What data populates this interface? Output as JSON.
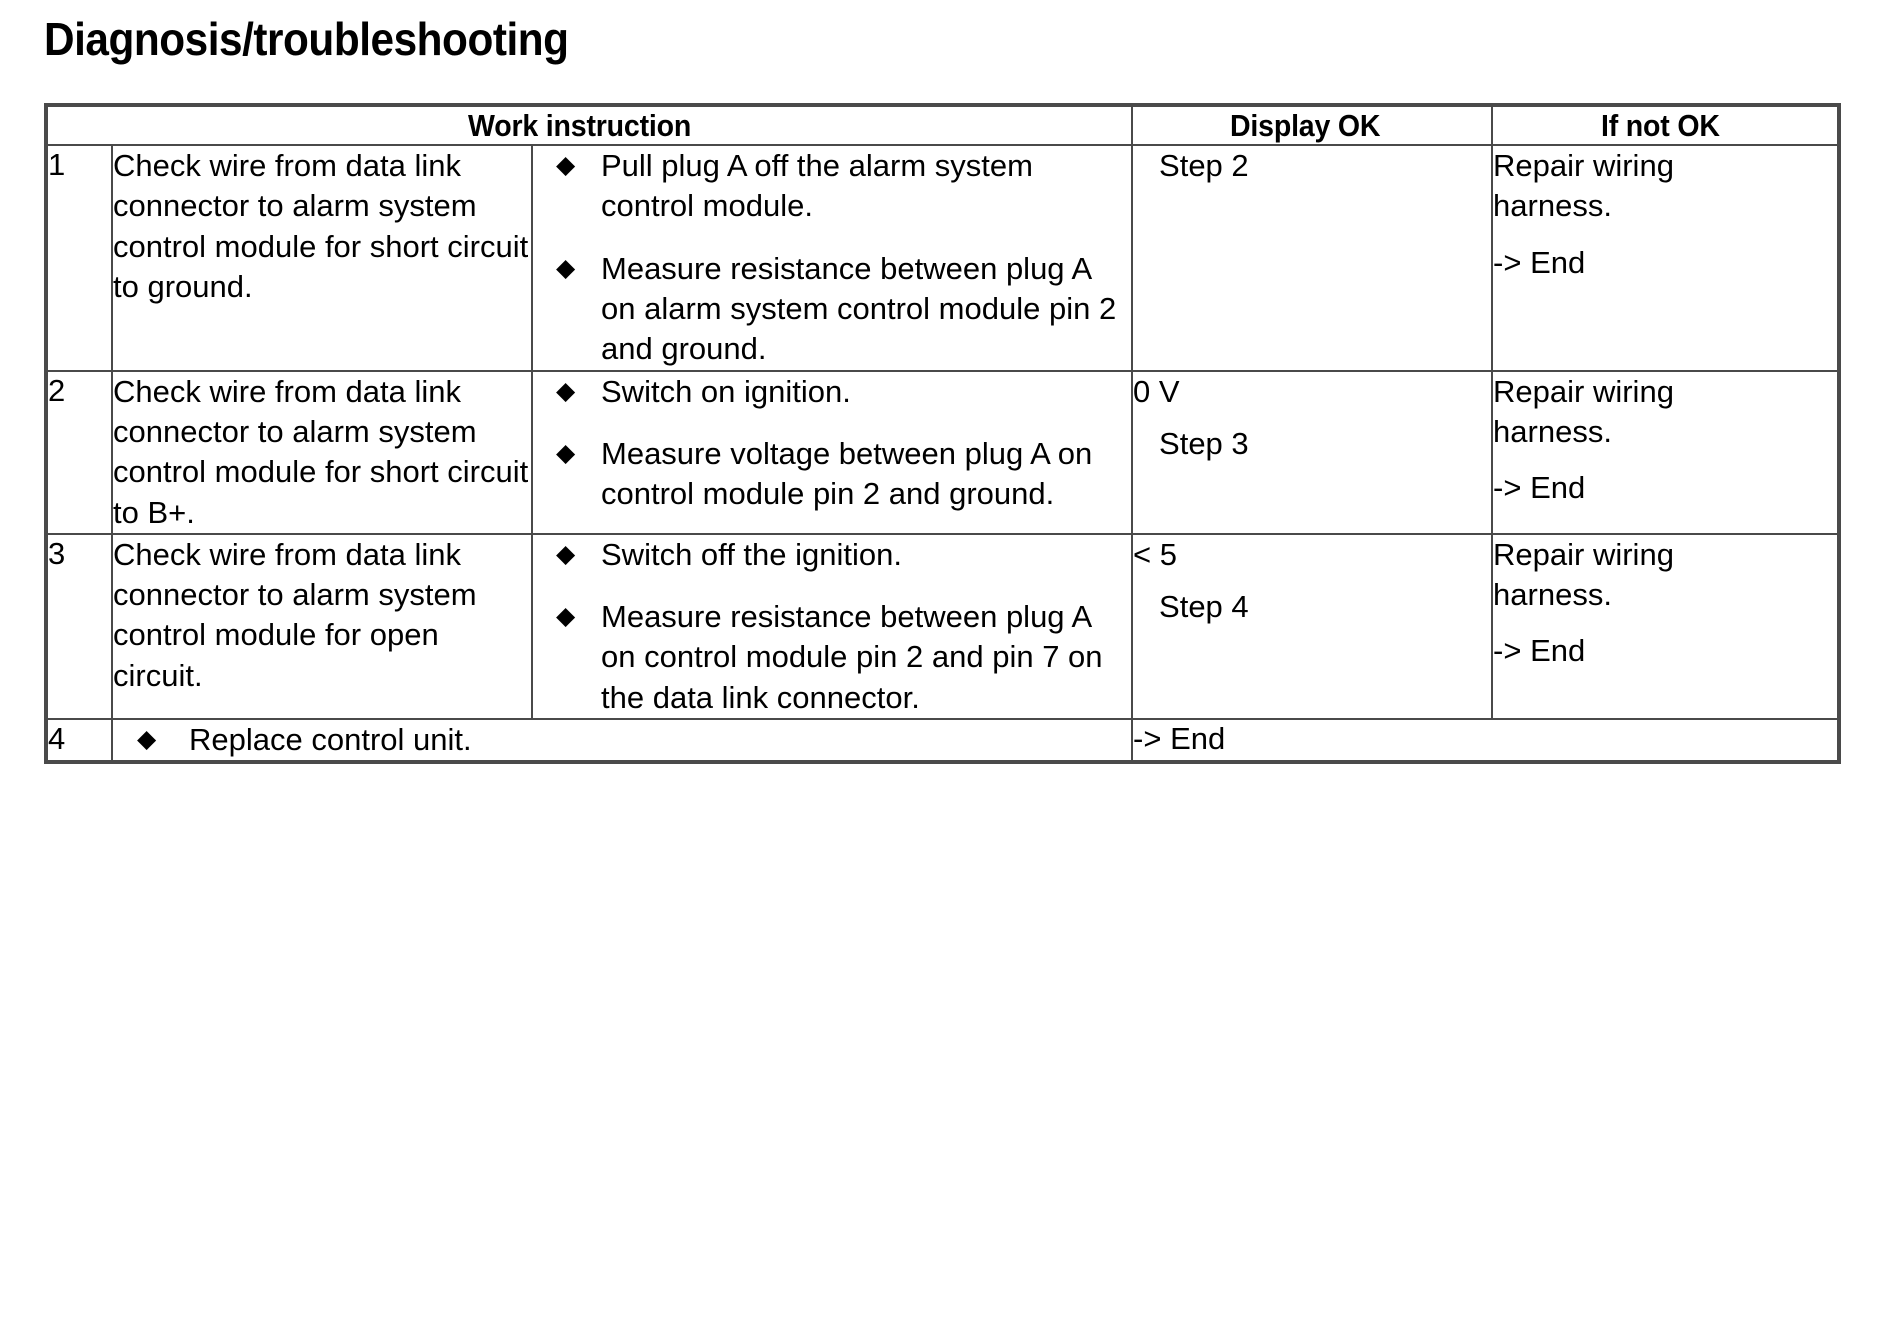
{
  "document": {
    "title": "Diagnosis/troubleshooting"
  },
  "table": {
    "headers": {
      "work_instruction": "Work instruction",
      "display_ok": "Display OK",
      "if_not_ok": "If not OK"
    },
    "bullet_glyph": "◆",
    "rows": [
      {
        "number": "1",
        "description": "Check wire from data link connector to alarm system control module for short circuit to ground.",
        "steps": [
          "Pull plug A off the alarm system control module.",
          "Measure resistance between plug A on alarm system control module pin 2 and ground."
        ],
        "display_ok_primary": "",
        "display_ok_secondary": "Step 2",
        "if_not_ok_line1": "Repair wiring",
        "if_not_ok_line2": "harness.",
        "if_not_ok_line3": "-> End"
      },
      {
        "number": "2",
        "description": "Check wire from data link connector to alarm system control module for short circuit to B+.",
        "steps": [
          "Switch on ignition.",
          "Measure voltage between plug A on control module pin 2 and ground."
        ],
        "display_ok_primary": "0 V",
        "display_ok_secondary": "Step 3",
        "if_not_ok_line1": "Repair wiring",
        "if_not_ok_line2": "harness.",
        "if_not_ok_line3": "-> End"
      },
      {
        "number": "3",
        "description": "Check wire from data link connector to alarm system control module for open circuit.",
        "steps": [
          "Switch off the ignition.",
          "Measure resistance between plug A on control module pin 2 and pin 7 on the data link connector."
        ],
        "display_ok_primary": "< 5",
        "display_ok_secondary": "Step 4",
        "if_not_ok_line1": "Repair wiring",
        "if_not_ok_line2": "harness.",
        "if_not_ok_line3": "-> End"
      }
    ],
    "final_row": {
      "number": "4",
      "task": "Replace control unit.",
      "display_ok": "-> End"
    }
  }
}
